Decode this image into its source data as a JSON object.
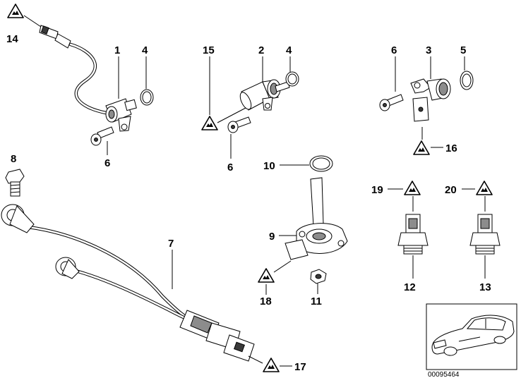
{
  "diagram": {
    "callouts": {
      "n1": "1",
      "n2": "2",
      "n3": "3",
      "n4a": "4",
      "n4b": "4",
      "n5": "5",
      "n6a": "6",
      "n6b": "6",
      "n6c": "6",
      "n7": "7",
      "n8": "8",
      "n9": "9",
      "n10": "10",
      "n11": "11",
      "n12": "12",
      "n13": "13",
      "n14": "14",
      "n15": "15",
      "n16": "16",
      "n17": "17",
      "n18": "18",
      "n19": "19",
      "n20": "20"
    },
    "inset": {
      "image_code": "00095464"
    },
    "icons": {
      "warning": "warning-triangle-icon"
    },
    "colors": {
      "line": "#000000",
      "background": "#ffffff",
      "shade": "#8c8c8c"
    }
  }
}
